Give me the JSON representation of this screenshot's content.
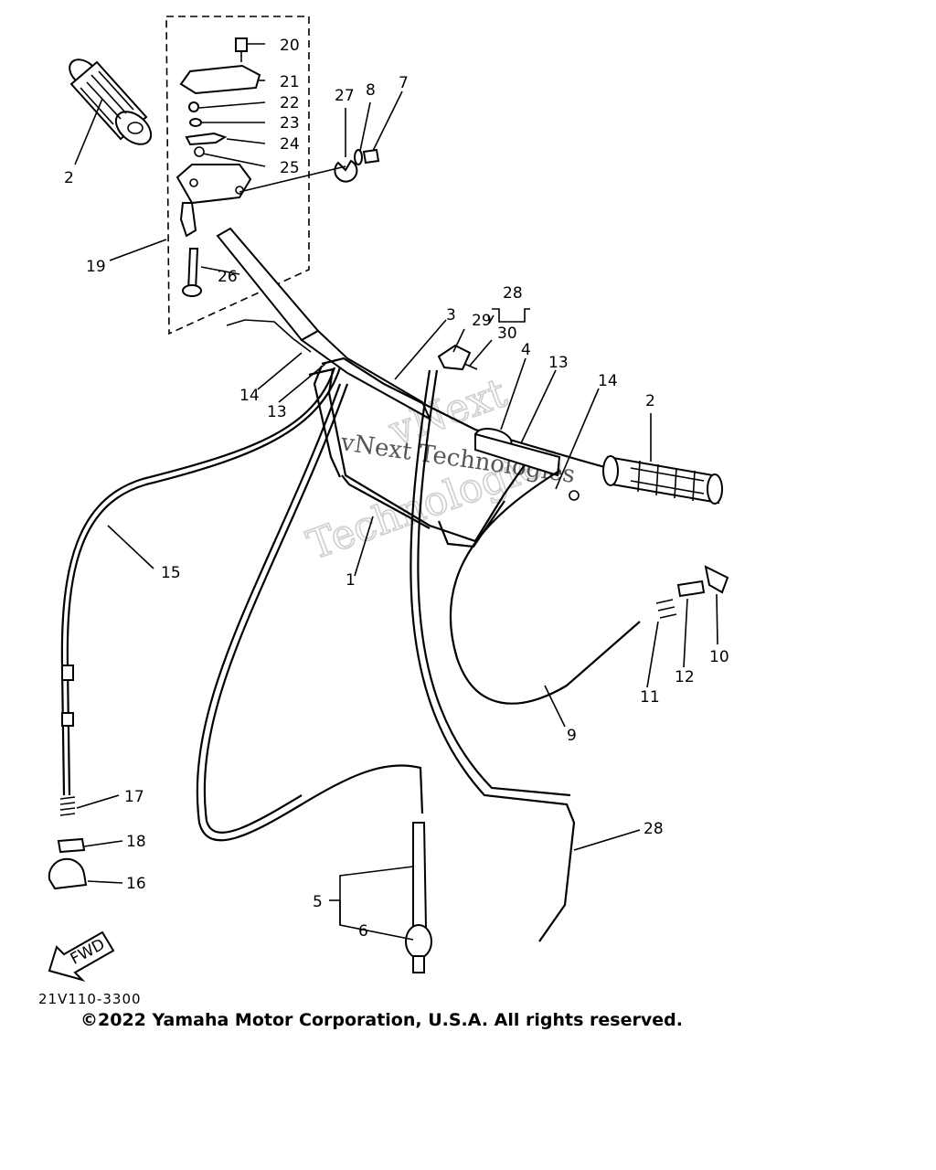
{
  "labels": {
    "p1": "1",
    "p2a": "2",
    "p2b": "2",
    "p3": "3",
    "p4": "4",
    "p5": "5",
    "p6": "6",
    "p7": "7",
    "p8": "8",
    "p9": "9",
    "p10": "10",
    "p11": "11",
    "p12": "12",
    "p13a": "13",
    "p13b": "13",
    "p14a": "14",
    "p14b": "14",
    "p15": "15",
    "p16": "16",
    "p17": "17",
    "p18": "18",
    "p19": "19",
    "p20": "20",
    "p21": "21",
    "p22": "22",
    "p23": "23",
    "p24": "24",
    "p25": "25",
    "p26": "26",
    "p27": "27",
    "p28a": "28",
    "p28b": "28",
    "p29": "29",
    "p30": "30"
  },
  "fwd_label": "FWD",
  "diagram_code": "21V110-3300",
  "copyright": "©2022 Yamaha Motor Corporation, U.S.A. All rights reserved.",
  "watermark": {
    "line1": "vNext",
    "line2": "Technologies",
    "overlay": "vNext Technologies"
  }
}
